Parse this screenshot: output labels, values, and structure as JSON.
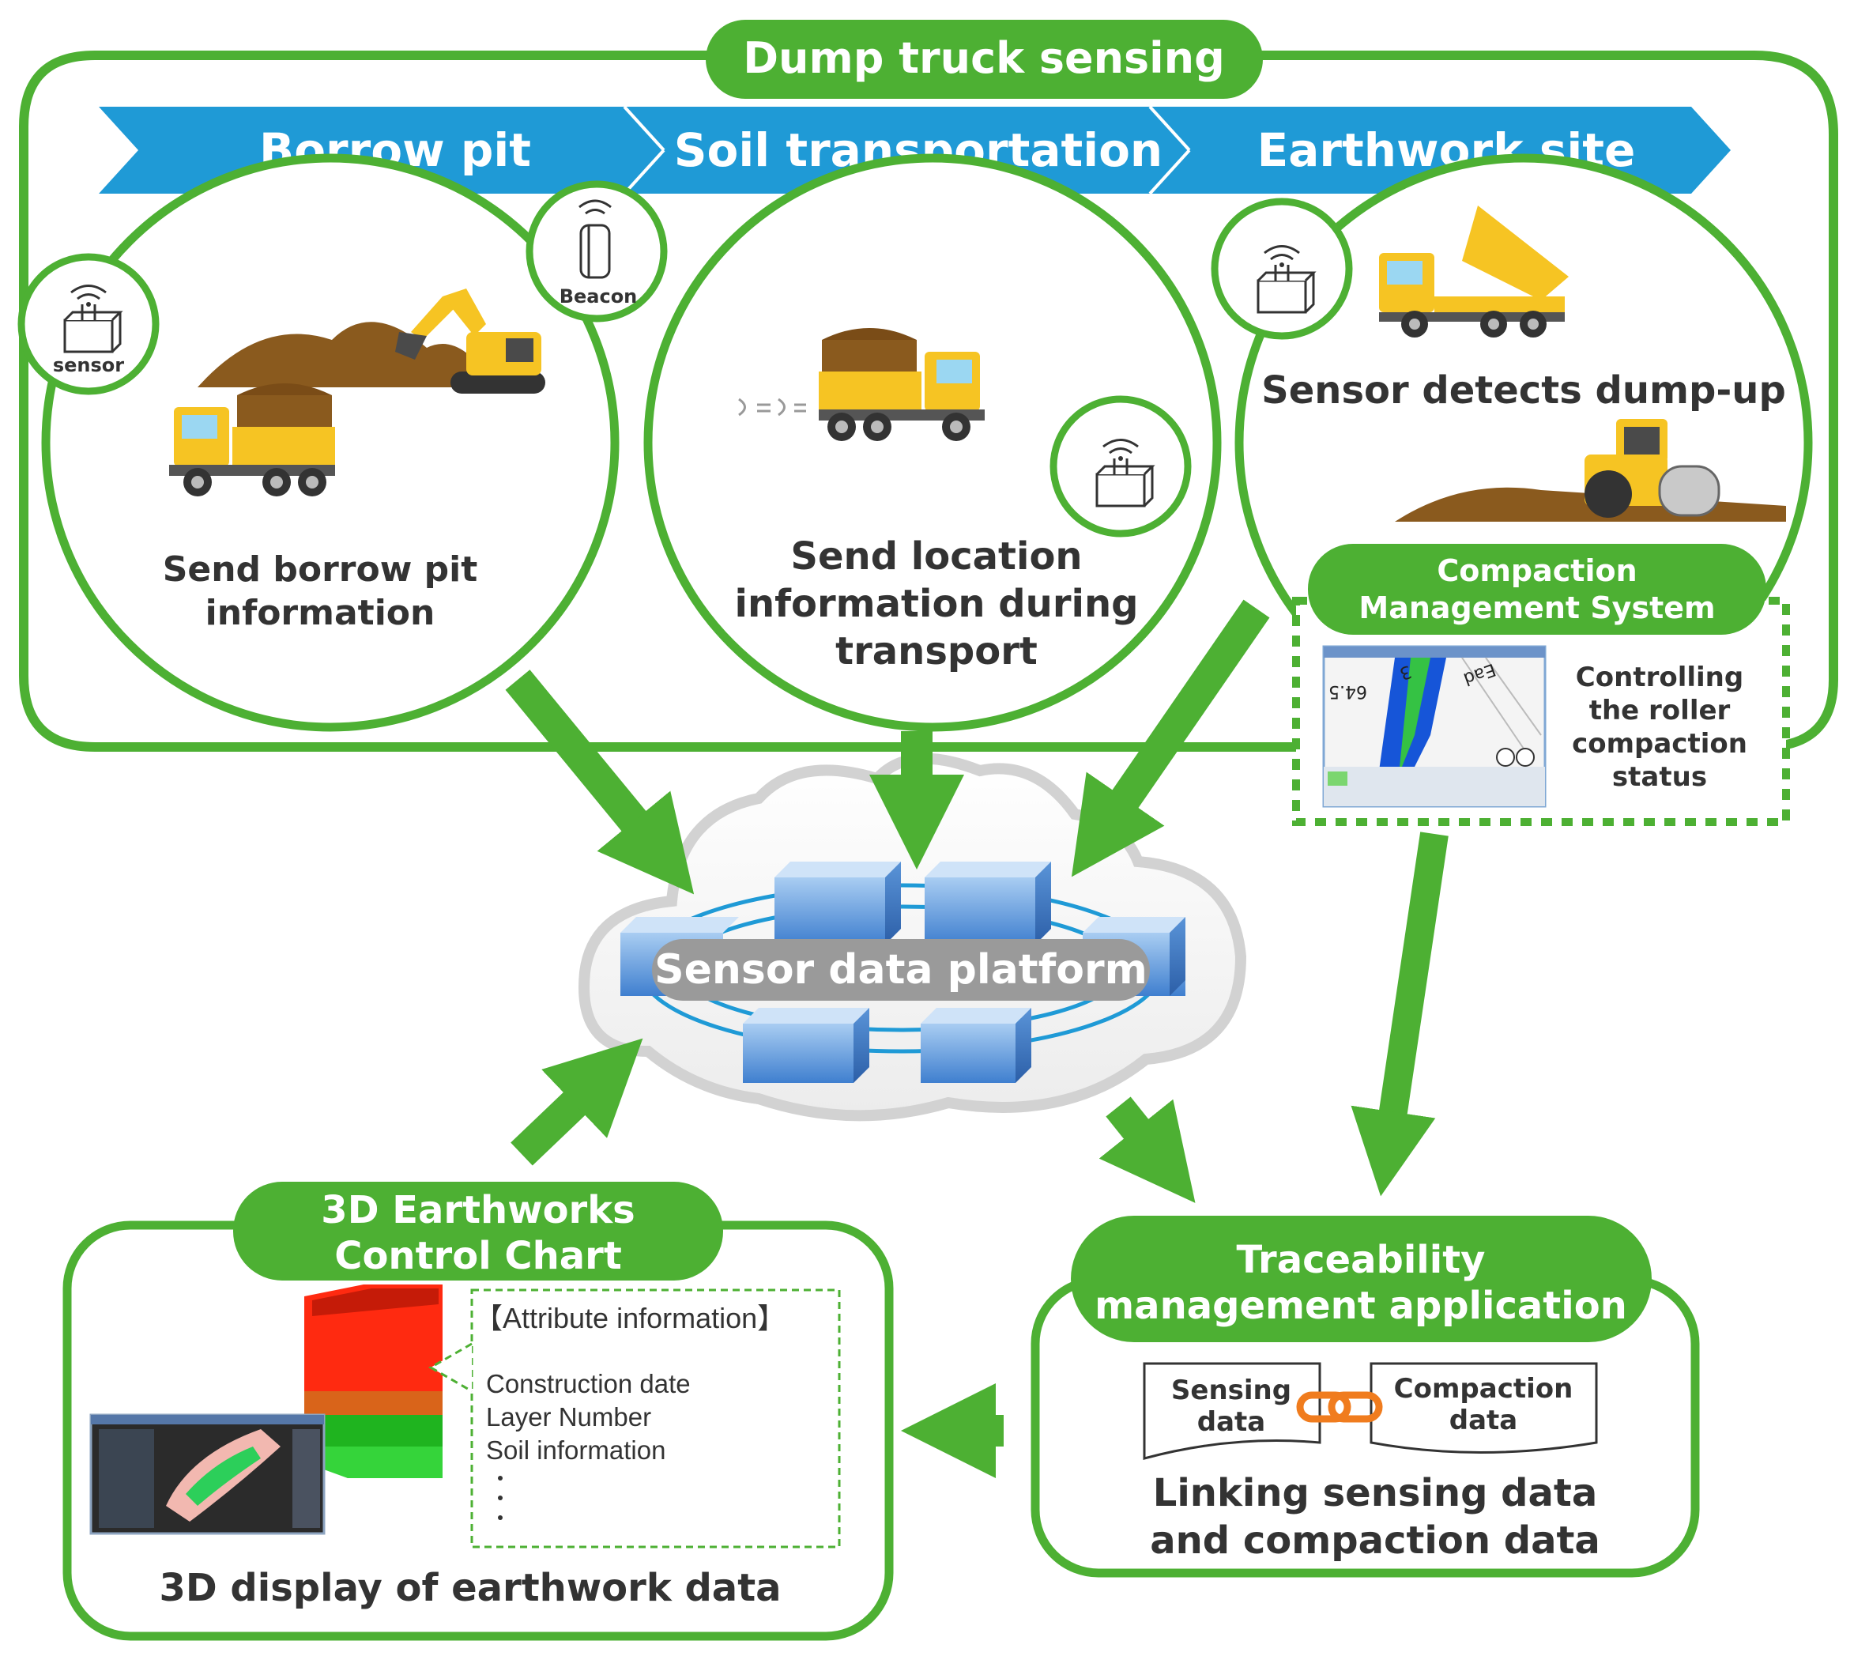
{
  "header": {
    "title": "Dump truck sensing"
  },
  "stages": [
    "Borrow pit",
    "Soil transportation",
    "Earthwork site"
  ],
  "borrow_pit": {
    "sensor_label": "sensor",
    "beacon_label": "Beacon",
    "caption_line1": "Send borrow pit",
    "caption_line2": "information"
  },
  "transport": {
    "caption_line1": "Send location",
    "caption_line2": "information during",
    "caption_line3": "transport"
  },
  "earthwork": {
    "caption": "Sensor detects dump-up"
  },
  "compaction_system": {
    "title_line1": "Compaction",
    "title_line2": "Management  System",
    "desc_line1": "Controlling",
    "desc_line2": "the roller",
    "desc_line3": "compaction",
    "desc_line4": "status",
    "screen_text1": "64.5",
    "screen_text2": "3",
    "screen_text3": "Ead"
  },
  "platform": {
    "label": "Sensor data platform"
  },
  "earthworks_chart": {
    "title_line1": "3D Earthworks",
    "title_line2": "Control Chart",
    "attr_header": "【Attribute information】",
    "attr_item1": "Construction date",
    "attr_item2": "Layer Number",
    "attr_item3": "Soil information",
    "caption": "3D display of earthwork data"
  },
  "traceability": {
    "title_line1": "Traceability",
    "title_line2": "management application",
    "doc1_line1": "Sensing",
    "doc1_line2": "data",
    "doc2_line1": "Compaction",
    "doc2_line2": "data",
    "caption_line1": "Linking sensing data",
    "caption_line2": "and compaction data"
  },
  "colors": {
    "green": "#4db033",
    "blue": "#1f9ad6",
    "truck_yellow": "#f6c423",
    "soil_brown": "#8a5a1e",
    "platform_gray": "#9a9a9a"
  }
}
